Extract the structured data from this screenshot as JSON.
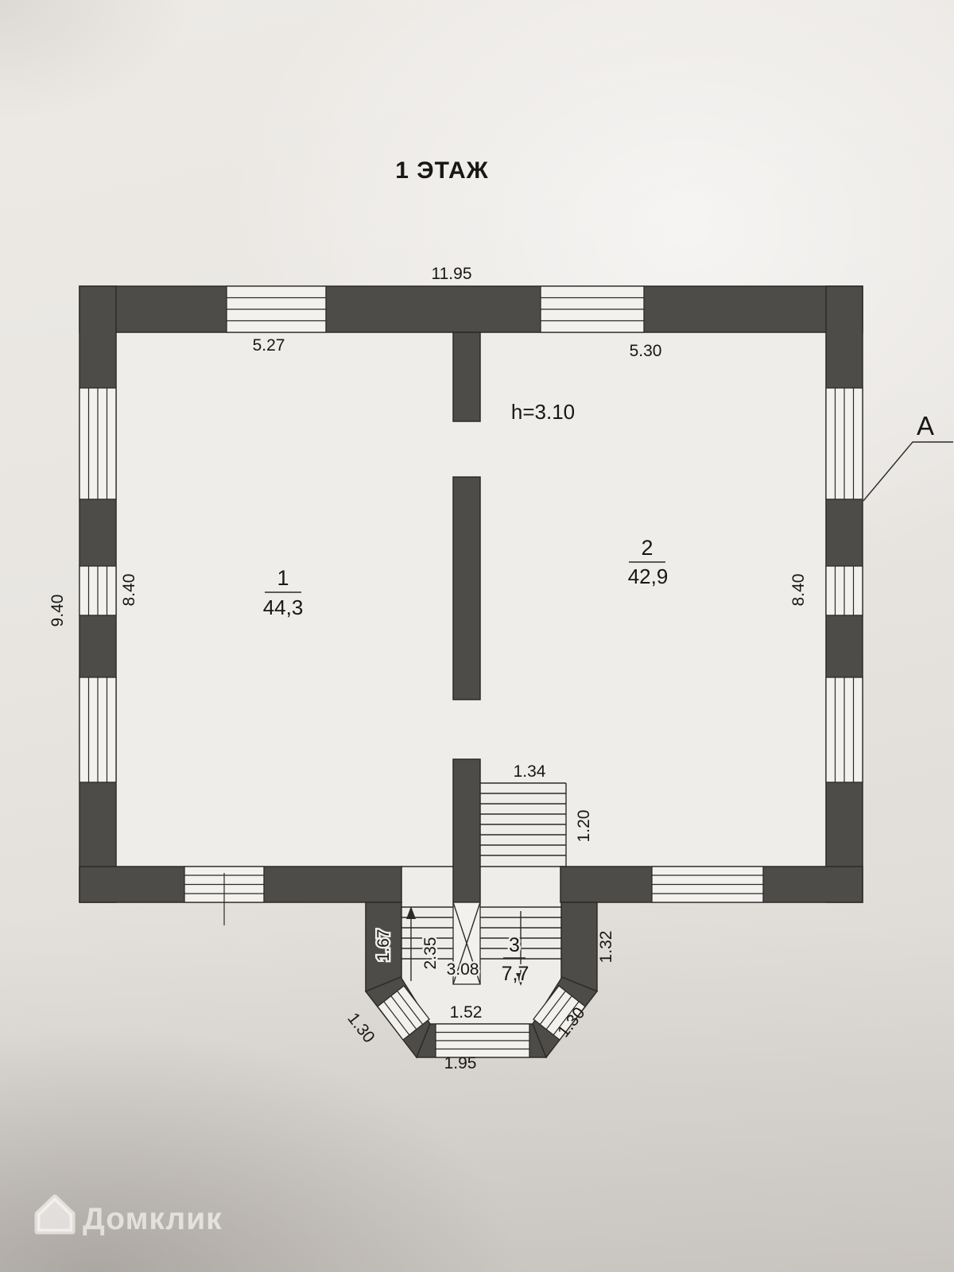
{
  "title": "1 ЭТАЖ",
  "height_label": "h=3.10",
  "callout_label": "А",
  "rooms": {
    "room1": {
      "number": "1",
      "area": "44,3"
    },
    "room2": {
      "number": "2",
      "area": "42,9"
    },
    "room3": {
      "number": "3",
      "area": "7,7"
    }
  },
  "dims": {
    "overall_width": "11.95",
    "overall_height": "9.40",
    "room1_width": "5.27",
    "room2_width": "5.30",
    "room1_height": "8.40",
    "room2_height": "8.40",
    "stair_width": "1.34",
    "stair_depth": "1.20",
    "vest_left": "1.67",
    "vest_mid": "2.35",
    "vest_total": "3.08",
    "vest_right": "1.32",
    "bay_left_side": "1.30",
    "bay_window": "1.52",
    "bay_right_side": "1.30",
    "bay_bottom": "1.95"
  },
  "watermark": {
    "label": "Домклик"
  },
  "colors": {
    "wall": "#4e4c49",
    "paper": "#e9e6e2",
    "ink": "#171716",
    "watermark": "#fbfaf8"
  }
}
